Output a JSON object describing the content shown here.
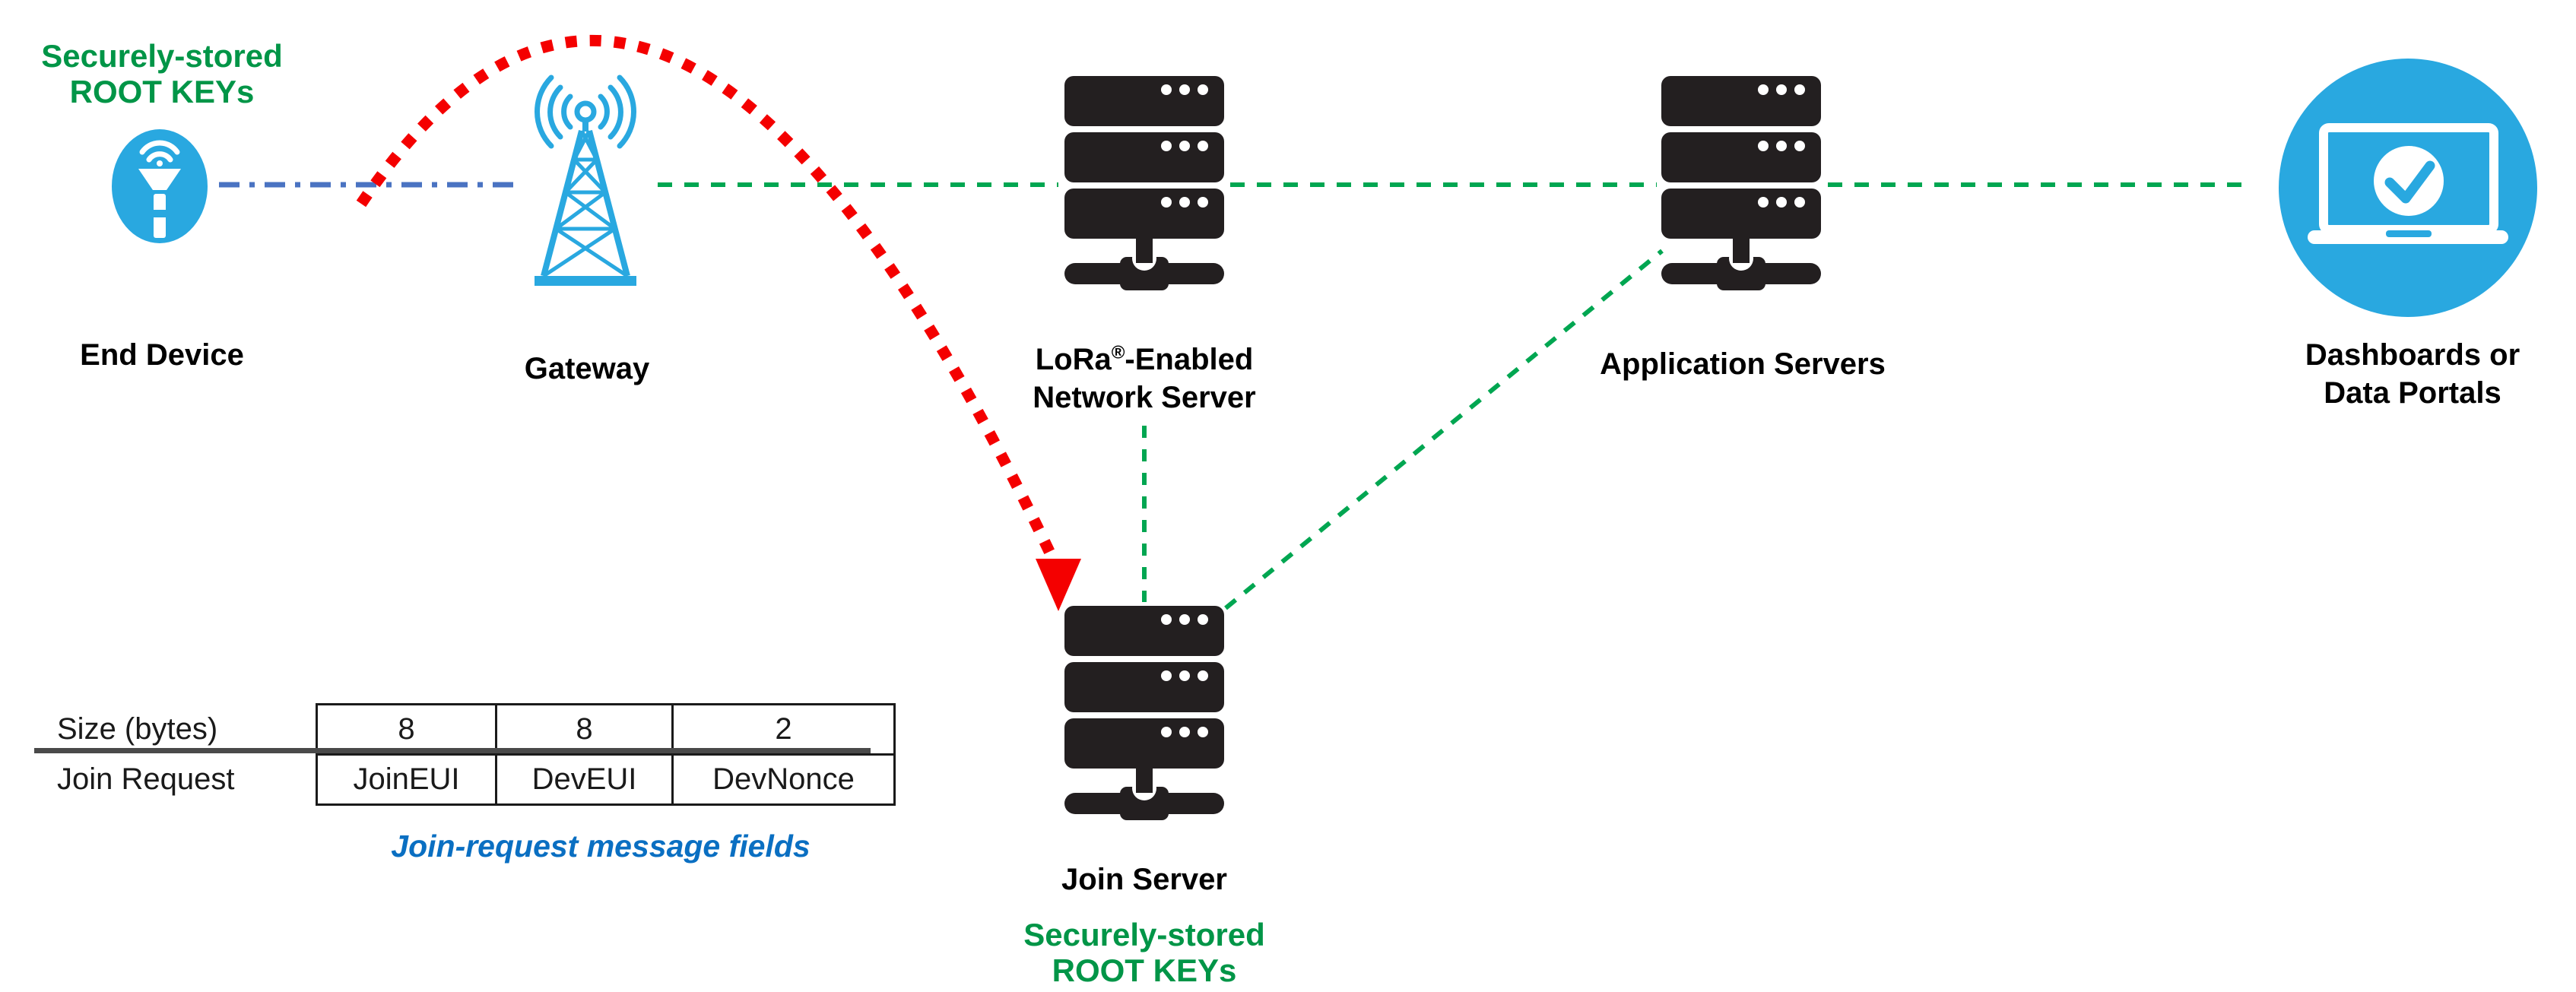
{
  "diagram_title": "LoRaWAN join-request network diagram",
  "colors": {
    "icon_blue": "#29A8E0",
    "server_black": "#231F20",
    "green_line": "#00A651",
    "green_text": "#009547",
    "blue_line": "#4A73C2",
    "red_line": "#F40000",
    "caption_blue": "#0A6FC2"
  },
  "annotations": {
    "device_root_keys": {
      "line1": "Securely-stored",
      "line2": "ROOT KEYs"
    },
    "join_root_keys": {
      "line1": "Securely-stored",
      "line2": "ROOT KEYs"
    },
    "table_caption": "Join-request message fields"
  },
  "nodes": {
    "end_device": {
      "label": "End Device"
    },
    "gateway": {
      "label": "Gateway"
    },
    "network_server": {
      "brand": "LoRa",
      "reg_mark": "®",
      "suffix": "-Enabled",
      "line2": "Network Server"
    },
    "application_servers": {
      "label": "Application Servers"
    },
    "dashboards": {
      "line1": "Dashboards or",
      "line2": "Data Portals"
    },
    "join_server": {
      "label": "Join Server"
    }
  },
  "table": {
    "rows": [
      {
        "label": "Size (bytes)",
        "cells": [
          "8",
          "8",
          "2"
        ]
      },
      {
        "label": "Join Request",
        "cells": [
          "JoinEUI",
          "DevEUI",
          "DevNonce"
        ]
      }
    ]
  }
}
